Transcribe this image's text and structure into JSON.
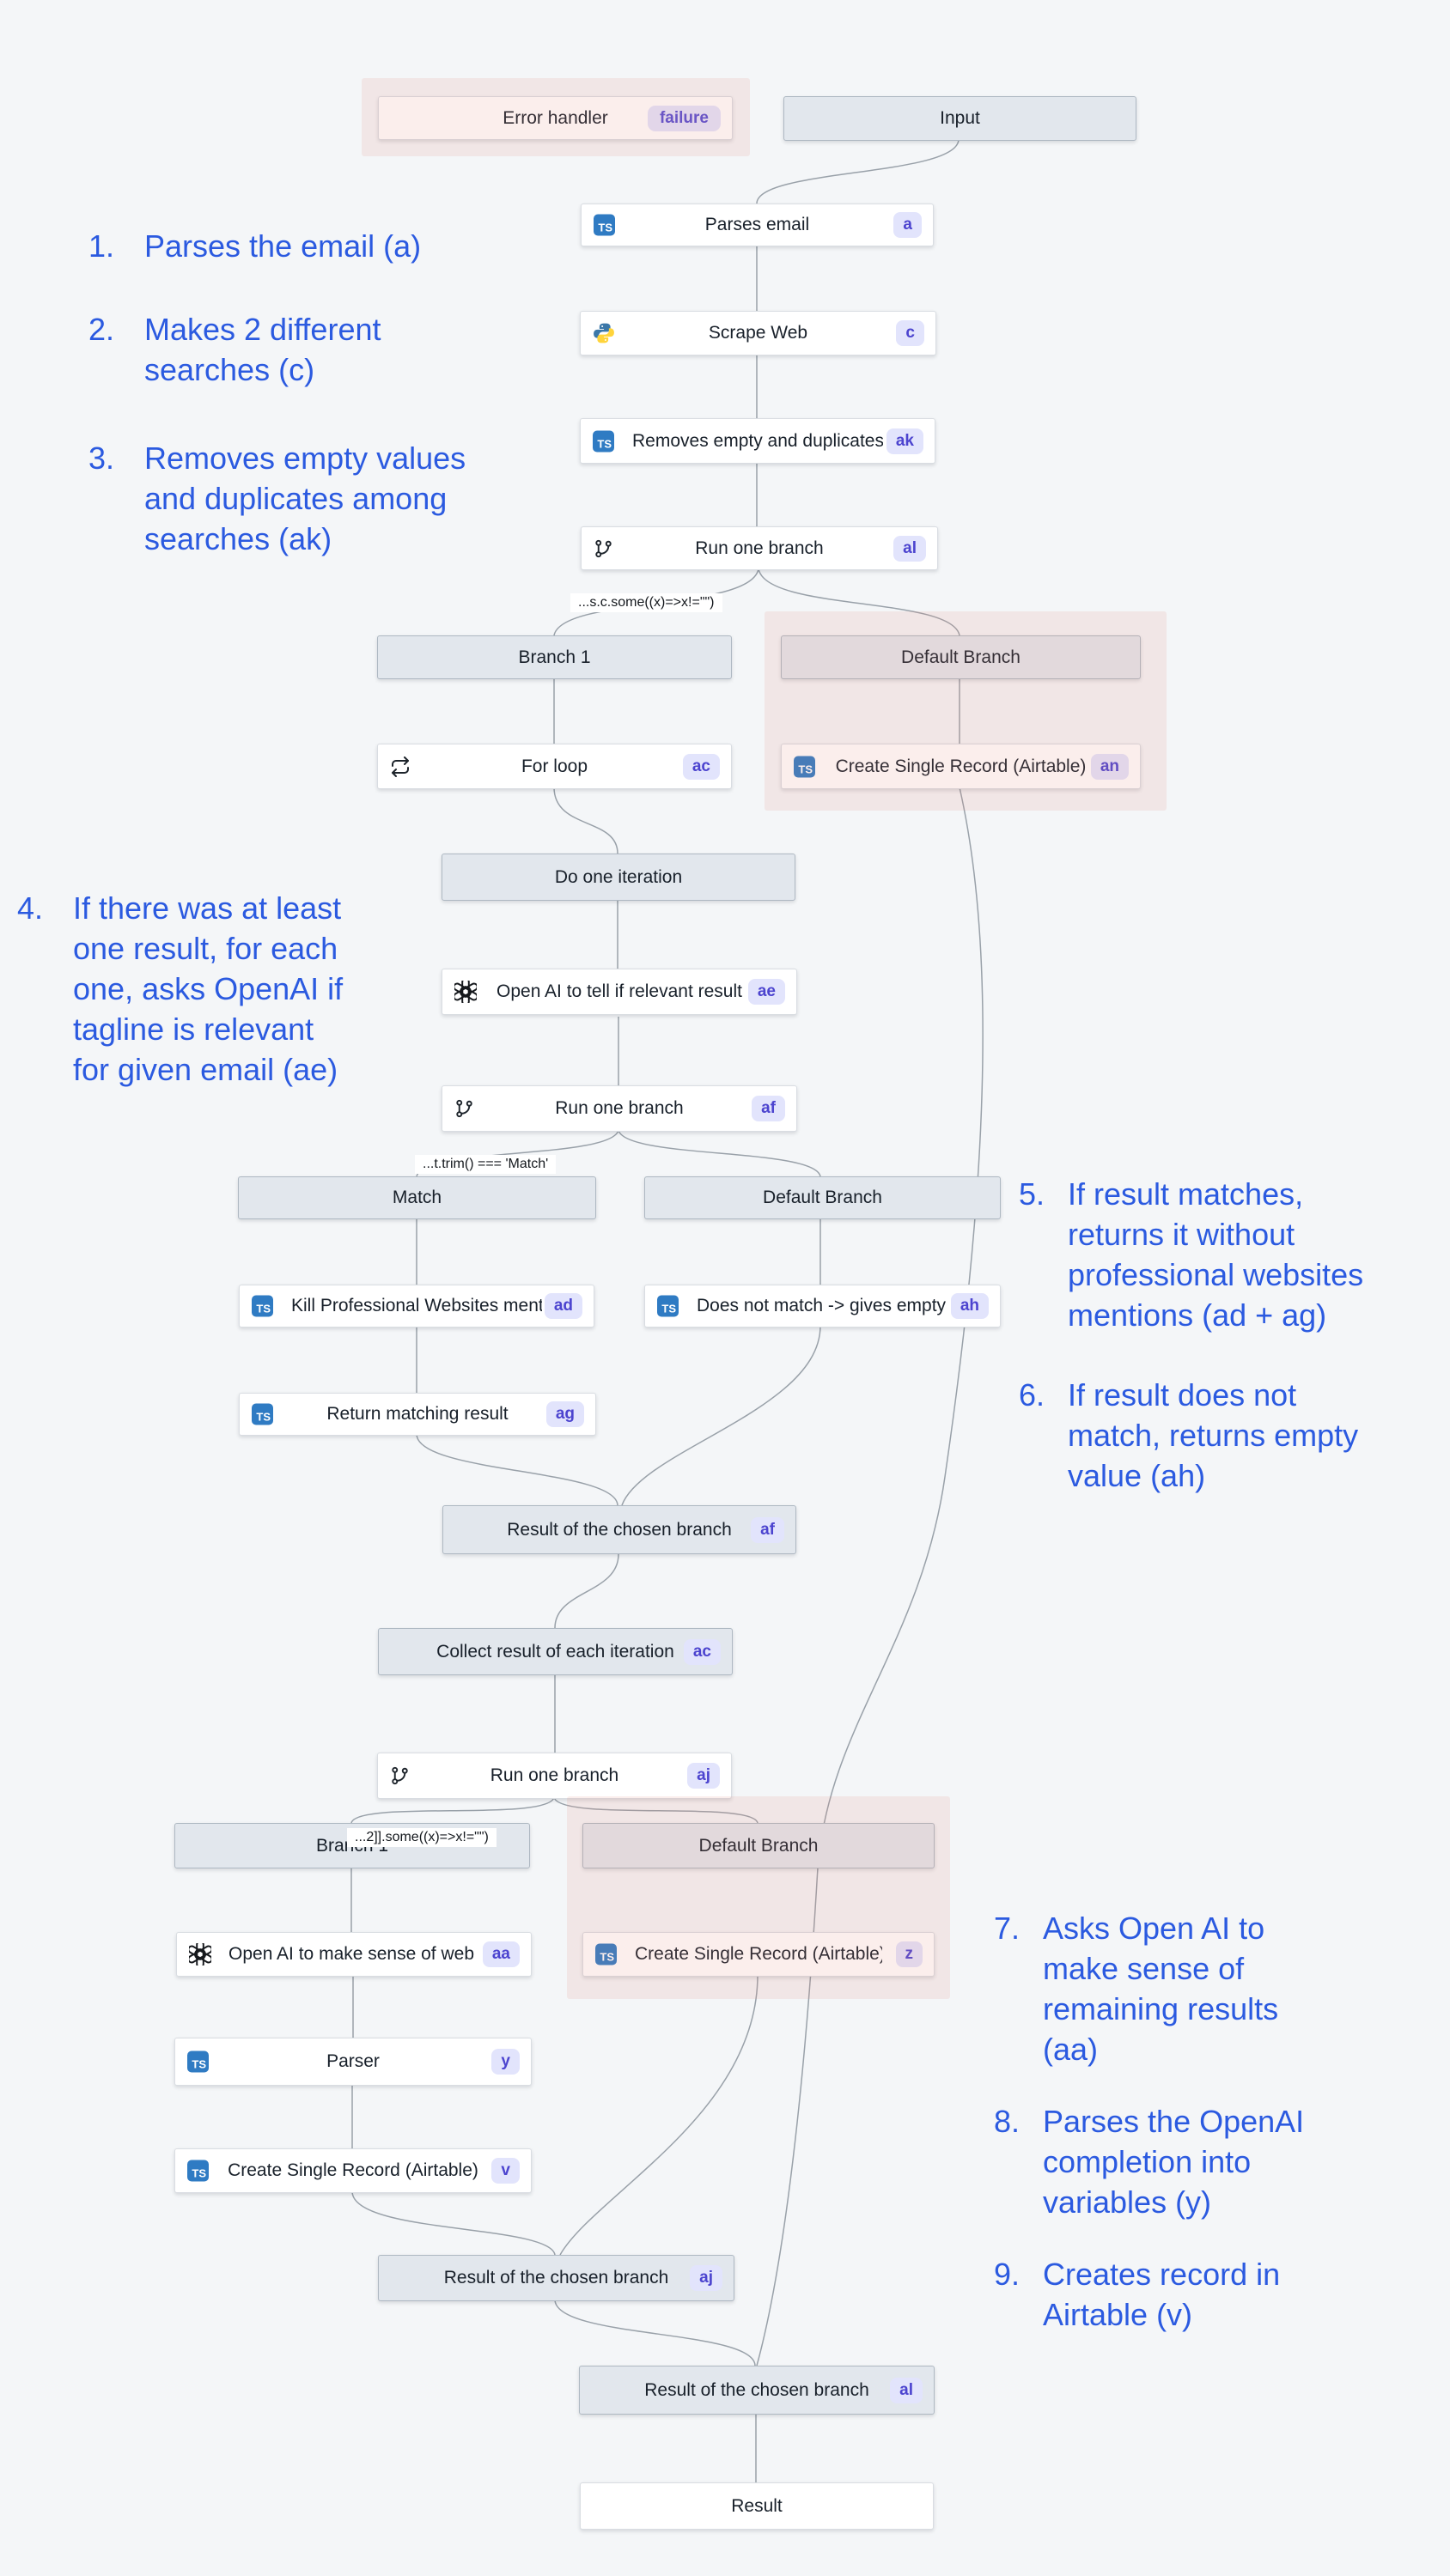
{
  "colors": {
    "canvas_bg": "#F4F6F8",
    "annotation_blue": "#2B5AE0",
    "node_header_fill": "#E2E7ED",
    "node_white_fill": "#FFFFFF",
    "badge_bg": "#E2E4FC",
    "badge_text": "#4C44CF",
    "pink_overlay": "#F8E9E8",
    "edge_gray": "#99A1A9",
    "typescript_blue": "#2F7BC3"
  },
  "icons": {
    "ts_text": "TS"
  },
  "nodes": {
    "error_handler": {
      "label": "Error handler",
      "badge": "failure"
    },
    "input": {
      "label": "Input"
    },
    "parses_email": {
      "label": "Parses email",
      "badge": "a"
    },
    "scrape_web": {
      "label": "Scrape Web",
      "badge": "c"
    },
    "removes_empty": {
      "label": "Removes empty and duplicates",
      "badge": "ak"
    },
    "run_al": {
      "label": "Run one branch",
      "badge": "al"
    },
    "branch1_top": {
      "label": "Branch 1"
    },
    "default_top": {
      "label": "Default Branch"
    },
    "for_loop": {
      "label": "For loop",
      "badge": "ac"
    },
    "create_an": {
      "label": "Create Single Record (Airtable)",
      "badge": "an"
    },
    "do_one_iteration": {
      "label": "Do one iteration"
    },
    "openai_ae": {
      "label": "Open AI to tell if relevant result",
      "badge": "ae"
    },
    "run_af": {
      "label": "Run one branch",
      "badge": "af"
    },
    "match_hdr": {
      "label": "Match"
    },
    "default_mid": {
      "label": "Default Branch"
    },
    "kill_ad": {
      "label": "Kill Professional Websites mentions",
      "badge": "ad"
    },
    "not_match_ah": {
      "label": "Does not match -> gives empty value",
      "badge": "ah"
    },
    "return_ag": {
      "label": "Return matching result",
      "badge": "ag"
    },
    "result_af": {
      "label": "Result of the chosen branch",
      "badge": "af"
    },
    "collect_ac": {
      "label": "Collect result of each iteration",
      "badge": "ac"
    },
    "run_aj": {
      "label": "Run one branch",
      "badge": "aj"
    },
    "branch1_bot": {
      "label": "Branch 1"
    },
    "default_bot": {
      "label": "Default Branch"
    },
    "openai_aa": {
      "label": "Open AI to make sense of web info",
      "badge": "aa"
    },
    "create_z": {
      "label": "Create Single Record (Airtable)",
      "badge": "z"
    },
    "parser_y": {
      "label": "Parser",
      "badge": "y"
    },
    "create_v": {
      "label": "Create Single Record (Airtable)",
      "badge": "v"
    },
    "result_aj": {
      "label": "Result of the chosen branch",
      "badge": "aj"
    },
    "result_al": {
      "label": "Result of the chosen branch",
      "badge": "al"
    },
    "result_final": {
      "label": "Result"
    }
  },
  "conditions": [
    {
      "text": "...s.c.some((x)=>x!=\"\")"
    },
    {
      "text": "...t.trim() === 'Match'"
    },
    {
      "text": "...2]].some((x)=>x!=\"\")"
    }
  ],
  "annotations": [
    {
      "num": "1.",
      "text": "Parses the email (a)"
    },
    {
      "num": "2.",
      "text": "Makes 2 different\nsearches (c)"
    },
    {
      "num": "3.",
      "text": "Removes empty values\nand duplicates among\nsearches (ak)"
    },
    {
      "num": "4.",
      "text": "If there was at least\none result, for each\none, asks OpenAI if\ntagline is relevant\nfor given email (ae)"
    },
    {
      "num": "5.",
      "text": "If result matches,\nreturns it without\nprofessional websites\nmentions (ad + ag)"
    },
    {
      "num": "6.",
      "text": "If result does not\nmatch, returns empty\nvalue (ah)"
    },
    {
      "num": "7.",
      "text": "Asks Open AI to\nmake sense of\nremaining results\n(aa)"
    },
    {
      "num": "8.",
      "text": "Parses the OpenAI\ncompletion into\nvariables (y)"
    },
    {
      "num": "9.",
      "text": "Creates record in\nAirtable (v)"
    }
  ]
}
